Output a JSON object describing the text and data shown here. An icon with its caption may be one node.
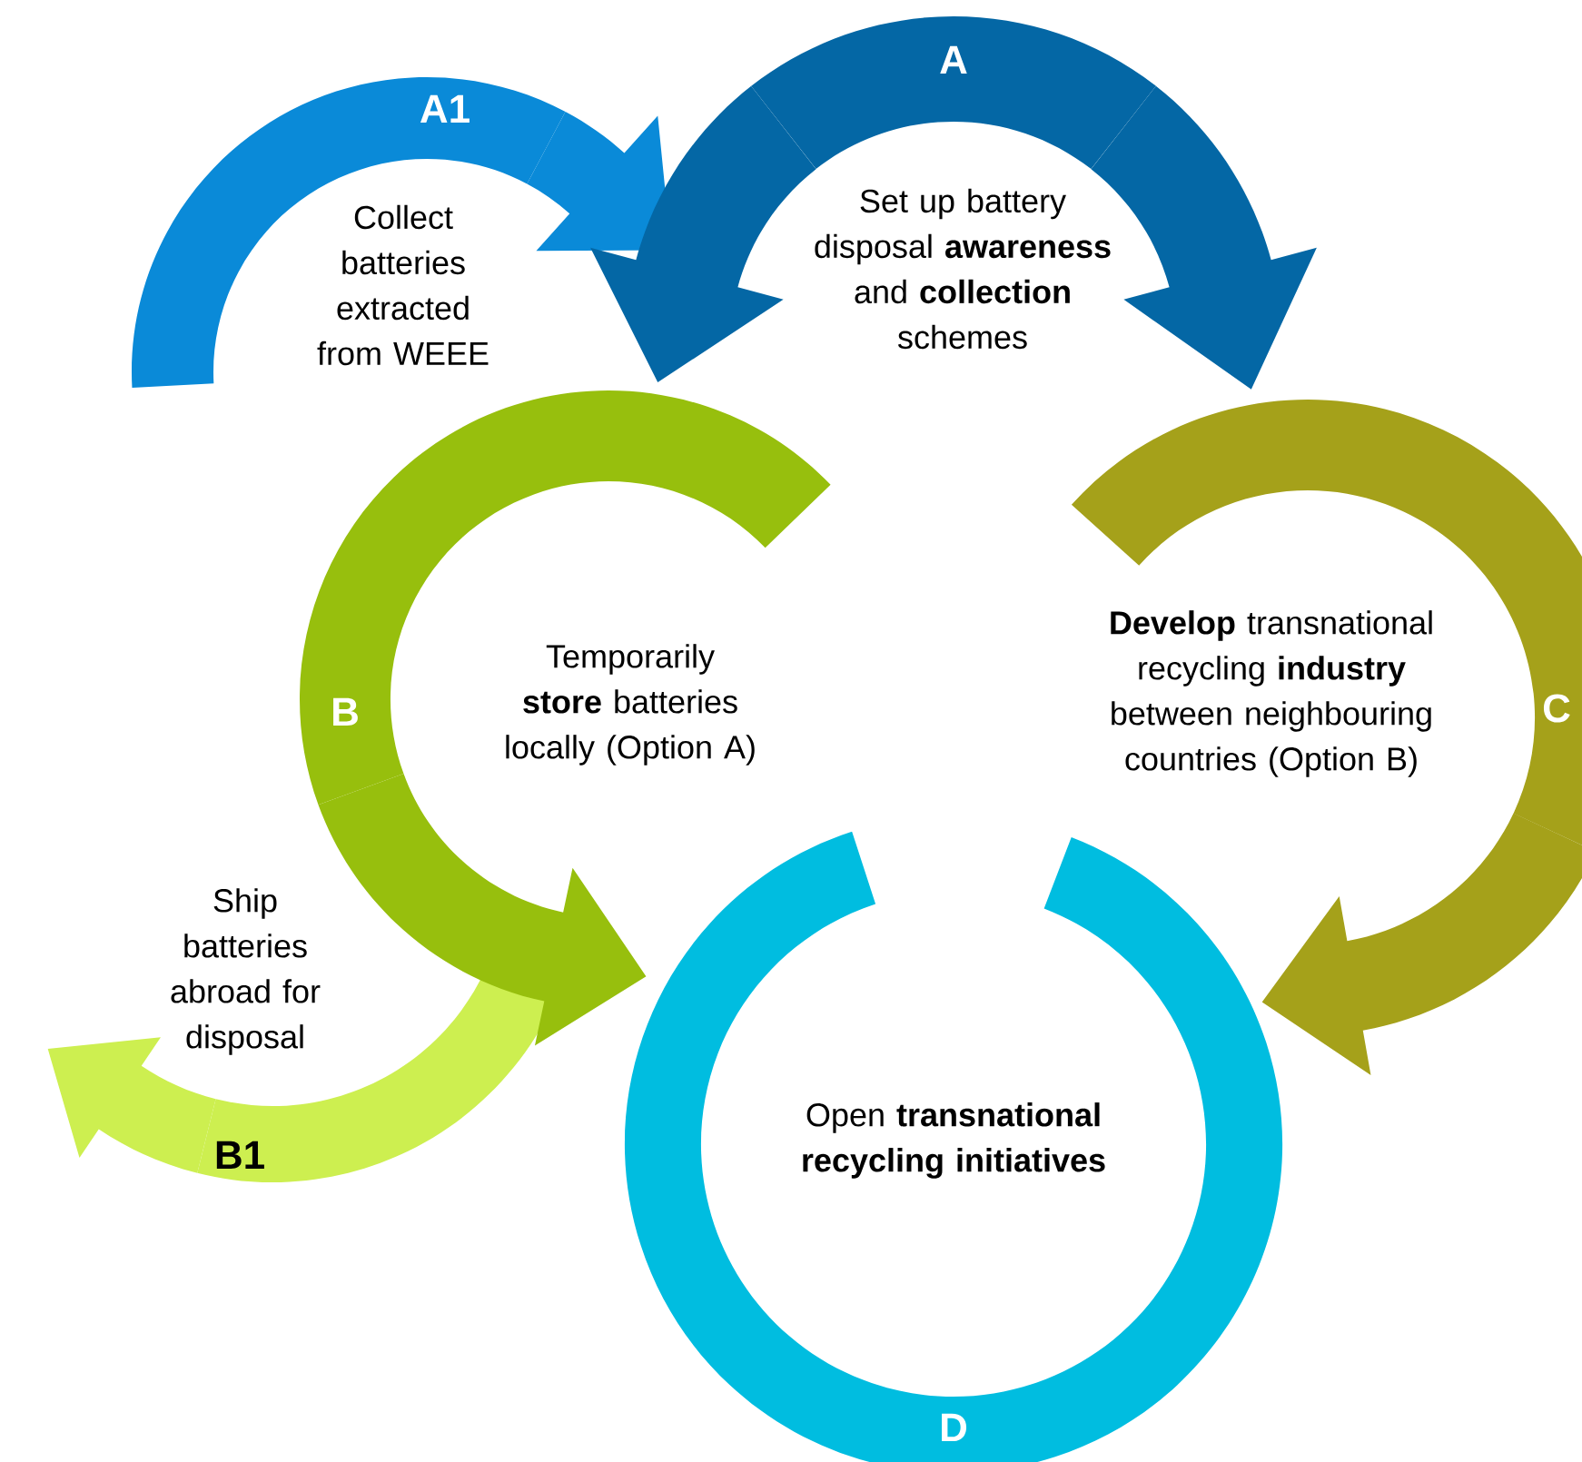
{
  "diagram": {
    "nodes": [
      {
        "text": [
          "A1",
          "Collect batteries extracted from WEEE"
        ]
      },
      {
        "text": [
          "A",
          "Set up battery disposal **awareness** and **collection** schemes"
        ]
      },
      {
        "text": [
          "B",
          "Temporarily **store** batteries locally (Option A)"
        ]
      },
      {
        "text": [
          "**Develop** transnational recycling **industry** between neighbouring countries (Option B)",
          "C"
        ]
      },
      {
        "text": [
          "Ship batteries abroad for disposal",
          "B1"
        ]
      },
      {
        "text": [
          "Open **transnational recycling initiatives**",
          "D"
        ]
      }
    ],
    "edges": [
      {
        "from": 0,
        "to": 1,
        "arrow": "to",
        "color": "#0a8ad8"
      },
      {
        "from": 1,
        "to": 2,
        "arrow": "to",
        "color": "#0467a5"
      },
      {
        "from": 1,
        "to": 3,
        "arrow": "to",
        "color": "#0467a5"
      },
      {
        "from": 2,
        "to": 5,
        "arrow": "to",
        "color": "#97bf0d"
      },
      {
        "from": 3,
        "to": 5,
        "arrow": "to",
        "color": "#a5a11a"
      },
      {
        "from": 4,
        "to": null,
        "arrow": "to",
        "color": "#cdef50"
      }
    ]
  }
}
